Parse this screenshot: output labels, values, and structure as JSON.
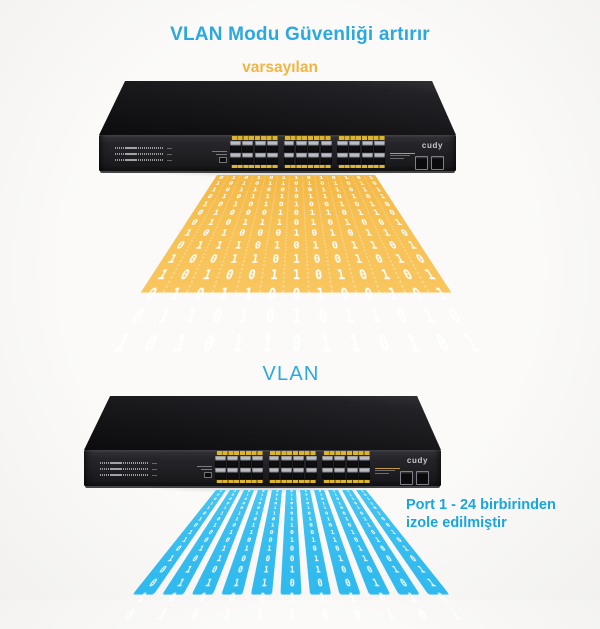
{
  "header": {
    "title": "VLAN Modu Güvenliği artırır",
    "title_color": "#2aa9e1"
  },
  "default_mode": {
    "label": "varsayılan",
    "label_color": "#f3b542",
    "stream": {
      "type": "shared-broadcast-plane",
      "plane_color": "#f6bd4a",
      "digit_color": "#ffffff",
      "columns": [
        "01101001011001",
        "10010110100110",
        "01101001101011",
        "10110010110100",
        "01011010010111",
        "11010110101001",
        "10101001011010",
        "01010110100101",
        "10110101001011",
        "01101010110010",
        "10010101101101",
        "01101101010010",
        "10110010101101"
      ]
    }
  },
  "vlan_mode": {
    "label": "VLAN",
    "label_color": "#2aa9e1",
    "caption": {
      "line1": "Port 1 - 24 birbirinden",
      "line2": "izole edilmiştir",
      "color": "#17a6e2"
    },
    "stream": {
      "type": "isolated-lanes",
      "lane_color": "#3dc0f0",
      "digit_color": "#ffffff",
      "lanes": [
        "1001101011010010",
        "1000110100101101",
        "0100011010110100",
        "0110010110100101",
        "0010110100101101",
        "0110101101001011",
        "1010101001011010",
        "0101101011010010",
        "1101001010110101",
        "1110101101001010",
        "1011010010101101"
      ]
    }
  },
  "device": {
    "brand": "cudy",
    "port_count": 24,
    "port_groups": 3,
    "ports_per_group": 8,
    "sfp_ports": 2,
    "led_rows": 3,
    "leds_per_row": 24
  }
}
